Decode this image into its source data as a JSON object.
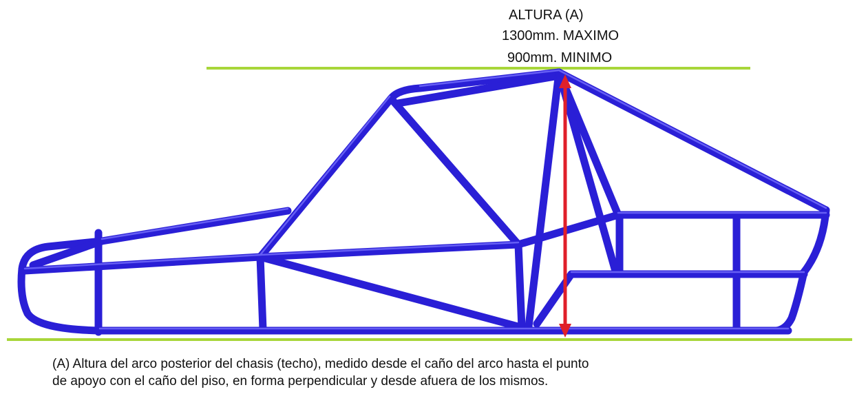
{
  "labels": {
    "title": "ALTURA (A)",
    "max": "1300mm. MAXIMO",
    "min": "900mm. MINIMO"
  },
  "caption": {
    "line1": "(A) Altura del arco posterior del chasis (techo), medido desde el caño del arco hasta el punto",
    "line2": "de apoyo con el caño del piso, en forma perpendicular y desde afuera de los mismos."
  },
  "colors": {
    "tube": "#2a1fd6",
    "tube_highlight": "#7a74ff",
    "reference_line": "#a8d63a",
    "arrow": "#e0202a",
    "text": "#111111"
  }
}
